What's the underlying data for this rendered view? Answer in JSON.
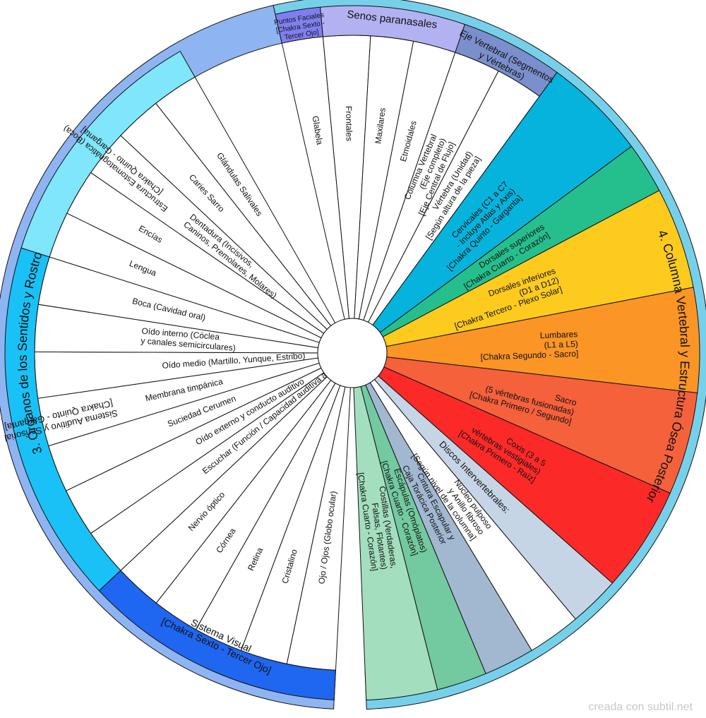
{
  "rings": [
    {
      "label": "3. Órganos de los Sentidos y Rostro",
      "color": "#8fb4f2"
    },
    {
      "label": "4. Columna Vertebral y Estructura Ósea Posterior",
      "color": "#77d0ea"
    }
  ],
  "groups": [
    {
      "label": "Puntos Faciales [Chakra Sexto - Tercer Ojo]",
      "color": "#7f7ff0"
    },
    {
      "label": "Senos paranasales",
      "color": "#b2b2f2"
    },
    {
      "label": "Eje Vertebral (Segmentos y Vértebras)",
      "color": "#7a8fcc"
    },
    {
      "label": "Estructura Estomatognática (Boca) [Chakra Quinto - Garganta]",
      "color": "#7fe6fb"
    },
    {
      "label": "Sistema Auditivo y Sensorial [Chakra Quinto - Garganta]",
      "color": "#19c1f6"
    },
    {
      "label": "Sistema Visual [Chakra Sexto - Tercer Ojo]",
      "color": "#1f66f0"
    }
  ],
  "spokes": [
    {
      "label": "Glabela",
      "color": "#ffffff"
    },
    {
      "label": "Frontales",
      "color": "#ffffff"
    },
    {
      "label": "Maxilares",
      "color": "#ffffff"
    },
    {
      "label": "Etmoidales",
      "color": "#ffffff"
    },
    {
      "label": "Columna Vertebral (Eje completo) [Eje Central de Flujo]",
      "color": "#ffffff"
    },
    {
      "label": "Vértebra (Unidad) [Según altura de la pieza]",
      "color": "#ffffff"
    },
    {
      "label": "Cervicales (C1 a C7 - Incluye Atlas y Axis) [Chakra Quinto - Garganta]",
      "color": "#06b3dc"
    },
    {
      "label": "Dorsales superiores [Chakra Cuarto - Corazón]",
      "color": "#25bf8e"
    },
    {
      "label": "Dorsales inferiores (D1 a D12) [Chakra Tercero - Plexo Solar]",
      "color": "#fdcb1d"
    },
    {
      "label": "Lumbares (L1 a L5) [Chakra Segundo - Sacro]",
      "color": "#fb9525"
    },
    {
      "label": "Sacro (5 vértebras fusionadas) [Chakra Primero / Segundo]",
      "color": "#f5613b"
    },
    {
      "label": "Coxis (3 a 5 vértebras vestigiales) [Chakra Primero - Raíz]",
      "color": "#fc2929"
    },
    {
      "label": "Discos Intervertebrales:",
      "color": "#c6d5e6"
    },
    {
      "label": "Núcleo pulposo y Anillo fibroso [Según nivel de la columna]",
      "color": "#ffffff"
    },
    {
      "label": "Cintura Escapular y Caja Torácica Posterior",
      "color": "#a1b8d0"
    },
    {
      "label": "Escápulas (Omóplatos) [Chakra Cuarto - Corazón]",
      "color": "#73c9a0"
    },
    {
      "label": "Costillas (Verdaderas, Falsas, Flotantes) [Chakra Cuarto - Corazón]",
      "color": "#a3dfbf"
    },
    {
      "label": "Ojo / Ojos (Globo ocular)",
      "color": "#ffffff"
    },
    {
      "label": "Cristalino",
      "color": "#ffffff"
    },
    {
      "label": "Retina",
      "color": "#ffffff"
    },
    {
      "label": "Córnea",
      "color": "#ffffff"
    },
    {
      "label": "Nervio óptico",
      "color": "#ffffff"
    },
    {
      "label": "Escuchar (Función / Capacidad auditiva activa)",
      "color": "#ffffff"
    },
    {
      "label": "Oído externo y conducto auditivo",
      "color": "#ffffff"
    },
    {
      "label": "Suciedad Cerumen",
      "color": "#ffffff"
    },
    {
      "label": "Membrana timpánica",
      "color": "#ffffff"
    },
    {
      "label": "Oído medio (Martillo, Yunque, Estribo)",
      "color": "#ffffff"
    },
    {
      "label": "Oído interno (Cóclea y canales semicirculares)",
      "color": "#ffffff"
    },
    {
      "label": "Boca (Cavidad oral)",
      "color": "#ffffff"
    },
    {
      "label": "Lengua",
      "color": "#ffffff"
    },
    {
      "label": "Encías",
      "color": "#ffffff"
    },
    {
      "label": "Dentadura (Incisivos, Caninos, Premolares, Molares)",
      "color": "#ffffff"
    },
    {
      "label": "Caries Sarro",
      "color": "#ffffff"
    },
    {
      "label": "Glándulas Salivales",
      "color": "#ffffff"
    }
  ],
  "credit": "creada con subtil.net"
}
